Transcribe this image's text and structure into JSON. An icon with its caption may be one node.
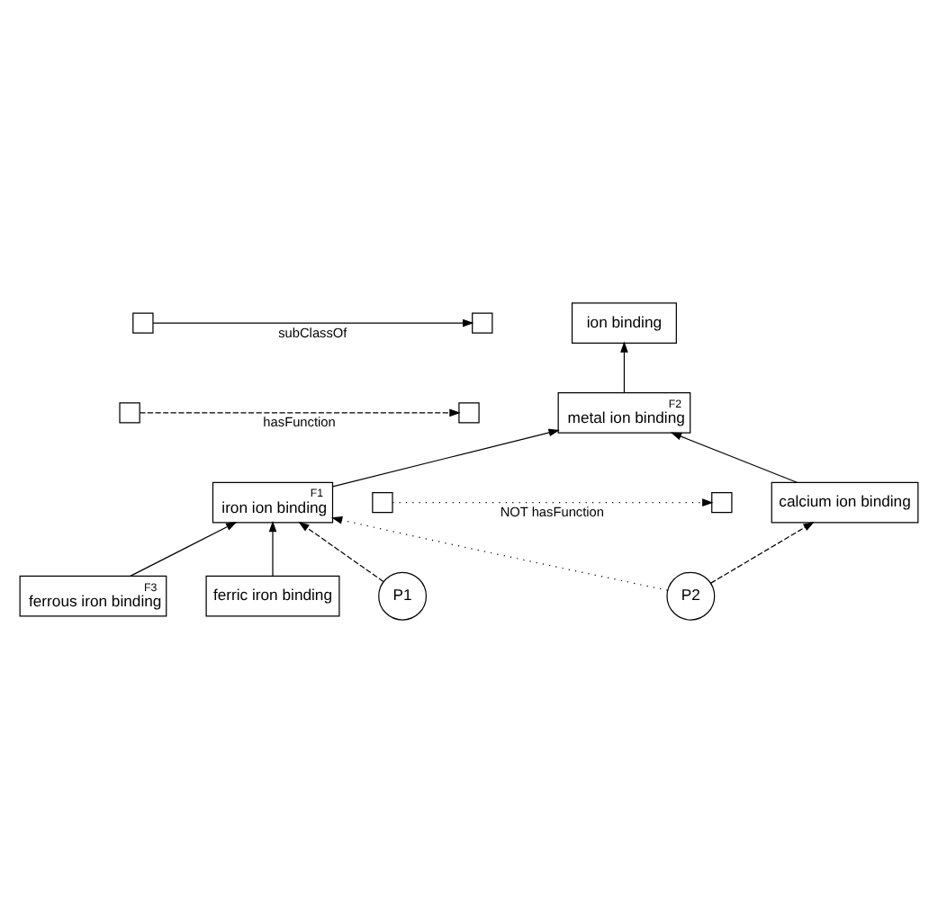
{
  "diagram": {
    "nodes": [
      {
        "text": [
          "ion binding"
        ]
      },
      {
        "text": [
          "F2",
          "metal ion binding"
        ]
      },
      {
        "text": [
          "F1",
          "iron ion binding"
        ]
      },
      {
        "text": [
          "calcium ion binding"
        ]
      },
      {
        "text": [
          "F3",
          "ferrous iron binding"
        ]
      },
      {
        "text": [
          "ferric iron binding"
        ]
      },
      {
        "text": [
          "P1"
        ]
      },
      {
        "text": [
          "P2"
        ]
      }
    ],
    "edges": [
      {
        "from": 1,
        "to": 0,
        "arrow": "to"
      },
      {
        "from": 2,
        "to": 1,
        "arrow": "to"
      },
      {
        "from": 3,
        "to": 1,
        "arrow": "to"
      },
      {
        "from": 4,
        "to": 2,
        "arrow": "to"
      },
      {
        "from": 5,
        "to": 2,
        "arrow": "to"
      },
      {
        "from": 6,
        "to": 2,
        "arrow": "to",
        "style": "dashed"
      },
      {
        "from": 7,
        "to": 2,
        "arrow": "to",
        "style": "dashed"
      },
      {
        "from": 7,
        "to": 3,
        "arrow": "to",
        "style": "dashed"
      }
    ],
    "legend": [
      {
        "text": "subClassOf"
      },
      {
        "text": "hasFunction"
      },
      {
        "text": "NOT hasFunction"
      }
    ]
  }
}
